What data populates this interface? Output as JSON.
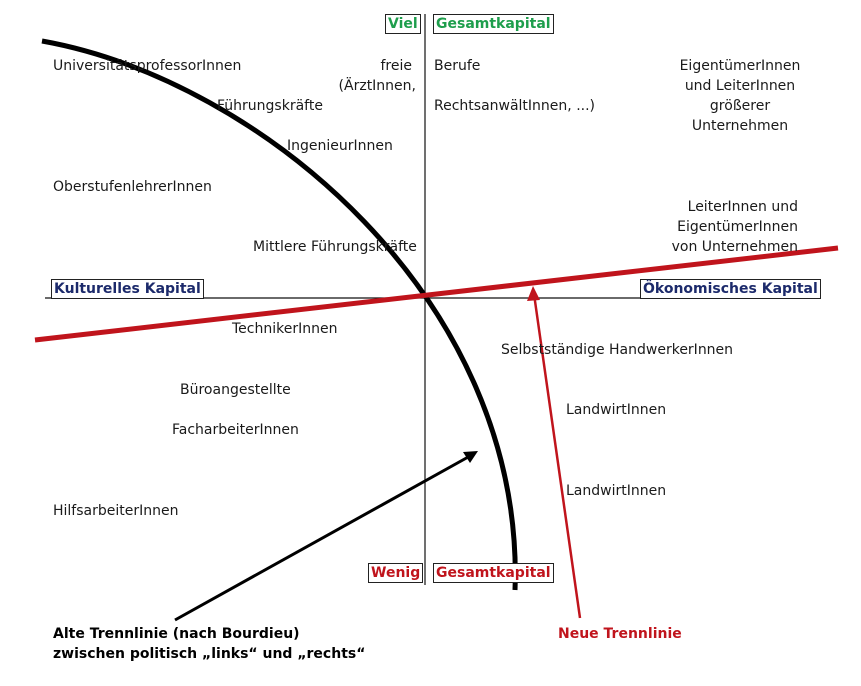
{
  "axes": {
    "top_left": "Viel",
    "top_right": "Gesamtkapital",
    "bottom_left": "Wenig",
    "bottom_right": "Gesamtkapital",
    "left": "Kulturelles Kapital",
    "right": "Ökonomisches Kapital"
  },
  "occupations": {
    "universitaetsprofessoren": "UniversitätsprofessorInnen",
    "fuehrungskraefte": "Führungskräfte",
    "ingenieure": "IngenieurInnen",
    "oberstufenlehrer": "OberstufenlehrerInnen",
    "mittlere_fuehrung": "Mittlere Führungskräfte",
    "freie_berufe_1": "freie",
    "freie_berufe_2": "(ÄrztInnen,",
    "berufe_1": "Berufe",
    "berufe_2": "RechtsanwältInnen, ...)",
    "eigentuemer_gross_1": "EigentümerInnen",
    "eigentuemer_gross_2": "und LeiterInnen",
    "eigentuemer_gross_3": "größerer",
    "eigentuemer_gross_4": "Unternehmen",
    "leiter_1": "LeiterInnen und",
    "leiter_2": "EigentümerInnen",
    "leiter_3": "von Unternehmen",
    "techniker": "TechnikerInnen",
    "handwerker": "Selbstständige HandwerkerInnen",
    "bueroangestellte": "Büroangestellte",
    "facharbeiter": "FacharbeiterInnen",
    "landwirte_1": "LandwirtInnen",
    "landwirte_2": "LandwirtInnen",
    "hilfsarbeiter": "HilfsarbeiterInnen"
  },
  "annotations": {
    "old_line_1": "Alte Trennlinie (nach Bourdieu)",
    "old_line_2": "zwischen politisch „links“ und „rechts“",
    "new_line": "Neue Trennlinie"
  },
  "colors": {
    "green": "#1e9e4c",
    "red": "#c0141c",
    "navy": "#1c2a6b",
    "black": "#000000"
  }
}
